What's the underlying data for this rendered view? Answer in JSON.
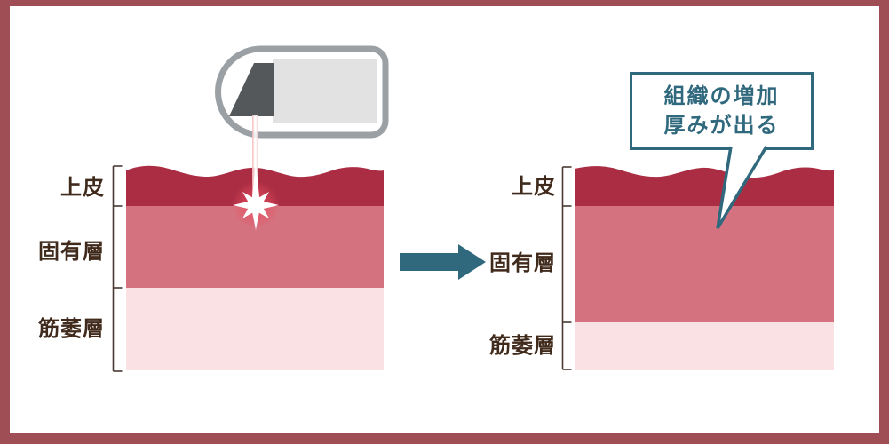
{
  "colors": {
    "frame": "#a04e55",
    "epithelium": "#aa2d43",
    "lamina-propria": "#d4737f",
    "muscle-layer": "#fae1e4",
    "label-text": "#402a1c",
    "bracket": "#4a3a33",
    "accent-teal": "#30697d",
    "device-outline": "#9aa0a4",
    "device-body": "#e2e2e2",
    "device-prism": "#55585a",
    "beam-pink": "#f2b3b6",
    "star-glow": "#e84d60",
    "star-white": "#ffffff"
  },
  "layer_labels": {
    "epithelium": "上皮",
    "lamina_propria": "固有層",
    "muscle": "筋萎層"
  },
  "callout": {
    "line1": "組織の増加",
    "line2": "厚みが出る"
  }
}
